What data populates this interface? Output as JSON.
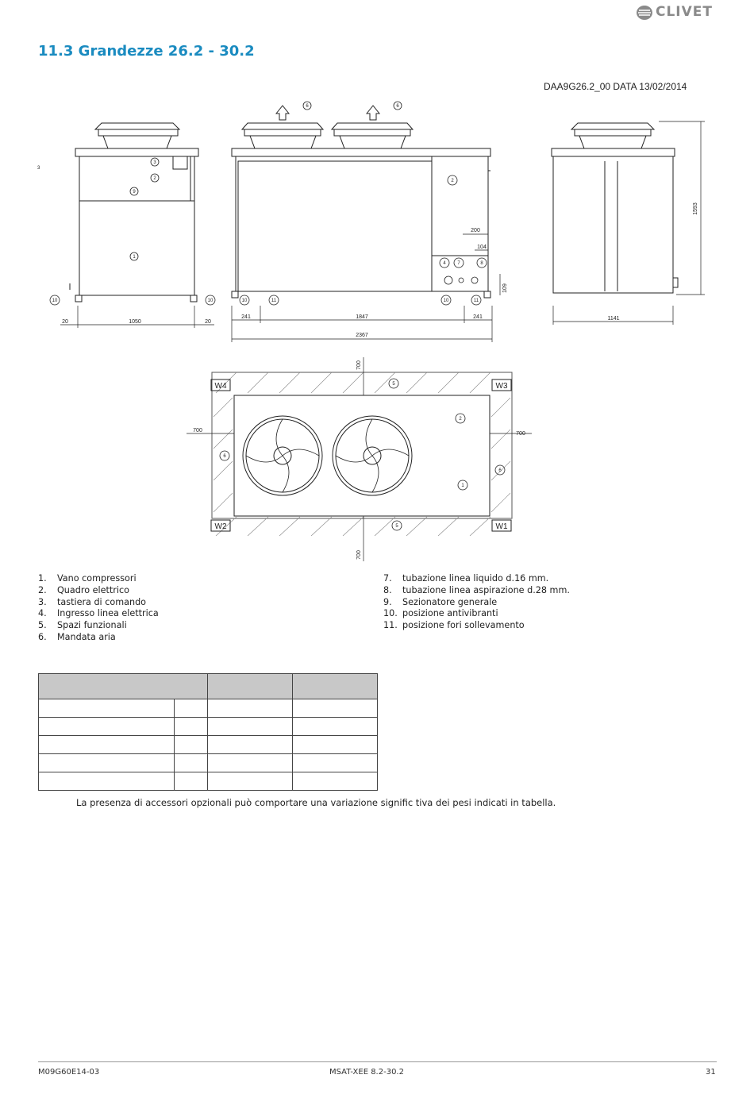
{
  "brand": "CLIVET",
  "section_title": "11.3  Grandezze 26.2 - 30.2",
  "drawing": {
    "ref_code": "DAA9G26.2_00 DATA 13/02/2014",
    "dims_front": [
      "20",
      "1050",
      "20"
    ],
    "dims_side": [
      "241",
      "1847",
      "241",
      "2367",
      "200",
      "104",
      "109"
    ],
    "dims_right": [
      "1593",
      "1141"
    ],
    "clearances": [
      "700",
      "700",
      "700",
      "700"
    ],
    "walls": [
      "W4",
      "W3",
      "W2",
      "W1"
    ],
    "callouts": [
      "1",
      "2",
      "3",
      "4",
      "5",
      "6",
      "7",
      "8",
      "9",
      "10",
      "11"
    ],
    "small_mark": "3"
  },
  "legend_left": [
    {
      "num": "1.",
      "text": "Vano compressori"
    },
    {
      "num": "2.",
      "text": "Quadro elettrico"
    },
    {
      "num": "3.",
      "text": "tastiera di comando"
    },
    {
      "num": "4.",
      "text": "Ingresso linea elettrica"
    },
    {
      "num": "5.",
      "text": "Spazi funzionali"
    },
    {
      "num": "6.",
      "text": "Mandata aria"
    }
  ],
  "legend_right": [
    {
      "num": "7.",
      "text": "tubazione linea liquido d.16 mm."
    },
    {
      "num": "8.",
      "text": "tubazione linea aspirazione d.28 mm."
    },
    {
      "num": "9.",
      "text": "Sezionatore generale"
    },
    {
      "num": "10.",
      "text": "posizione antivibranti"
    },
    {
      "num": "11.",
      "text": "posizione fori sollevamento"
    }
  ],
  "note": "La presenza di accessori opzionali può comportare una variazione signific  tiva dei pesi indicati in tabella.",
  "footer": {
    "left": "M09G60E14-03",
    "center": "MSAT-XEE 8.2-30.2",
    "page": "31"
  }
}
